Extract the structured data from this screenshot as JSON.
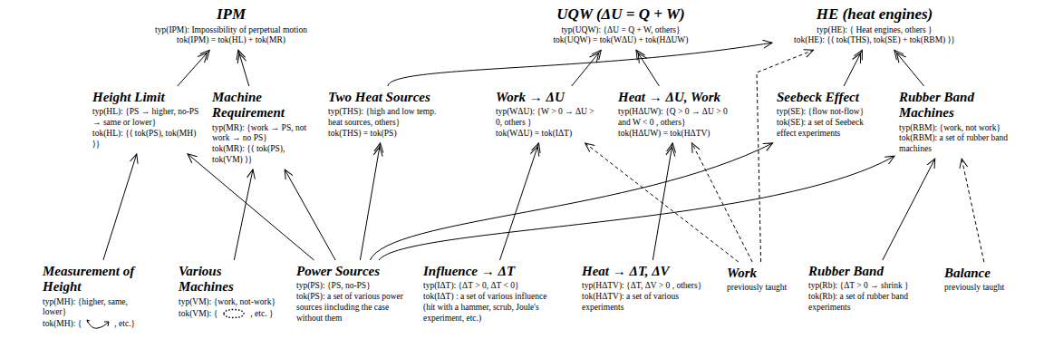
{
  "diagram": {
    "nodes": [
      {
        "text": [
          "IPM",
          "typ(IPM): Impossibility of perpetual motion",
          "tok(IPM) = tok(HL) + tok(MR)"
        ]
      },
      {
        "text": [
          "UQW (ΔU = Q + W)",
          "typ(UQW): {ΔU = Q + W, others}",
          "tok(UQW) = tok(WΔU) + tok(HΔUW)"
        ]
      },
      {
        "text": [
          "HE (heat engines)",
          "typ(HE): { Heat engines, others }",
          "tok(HE): {⟨ tok(THS), tok(SE) + tok(RBM) ⟩}"
        ]
      },
      {
        "text": [
          "Height Limit",
          "typ(HL): {PS → higher, no-PS → same or lower}",
          "tok(HL): {⟨ tok(PS), tok(MH) ⟩}"
        ]
      },
      {
        "text": [
          "Machine Requirement",
          "typ(MR): {work → PS, not work → no PS}",
          "tok(MR): {⟨ tok(PS), tok(VM) ⟩}"
        ]
      },
      {
        "text": [
          "Two Heat Sources",
          "typ(THS): {high and low temp. heat sources, others}",
          "tok(THS) = tok(PS)"
        ]
      },
      {
        "text": [
          "Work → ΔU",
          "typ(WΔU): {W > 0 → ΔU > 0, others }",
          "tok(WΔU) = tok(IΔT)"
        ]
      },
      {
        "text": [
          "Heat → ΔU, Work",
          "typ(HΔUW): {Q > 0 → ΔU > 0 and W < 0 , others}",
          "tok(HΔUW) = tok(HΔTV)"
        ]
      },
      {
        "text": [
          "Seebeck Effect",
          "typ(SE): {flow not-flow}",
          "tok(SE): a set of Seebeck effect experiments"
        ]
      },
      {
        "text": [
          "Rubber Band Machines",
          "typ(RBM): {work, not work}",
          "tok(RBM): a set of rubber band machines"
        ]
      },
      {
        "text": [
          "Measurement of Height",
          "typ(MH): {higher, same, lower}",
          "tok(MH): {",
          ", etc.}"
        ]
      },
      {
        "text": [
          "Various Machines",
          "typ(VM): {work, not-work}",
          "tok(VM): {",
          ", etc. }"
        ]
      },
      {
        "text": [
          "Power Sources",
          "typ(PS): {PS, no-PS}",
          "tok(PS): a set of various power sources iincluding the case without them"
        ]
      },
      {
        "text": [
          "Influence → ΔT",
          "typ(IΔT): {ΔT > 0, ΔT < 0}",
          "tok(IΔT) : a set of various influence (hit with a hammer, scrub, Joule's experiment, etc.)"
        ]
      },
      {
        "text": [
          "Heat → ΔT, ΔV",
          "typ(HΔTV): {ΔT, ΔV > 0 , others}",
          "tok(HΔTV): a set of various experiments"
        ]
      },
      {
        "text": [
          "Work",
          "previously taught"
        ]
      },
      {
        "text": [
          "Rubber Band",
          "typ(Rb): {ΔT > 0 → shrink }",
          "tok(Rb): a set of rubber band experiments"
        ]
      },
      {
        "text": [
          "Balance",
          "previously taught"
        ]
      }
    ],
    "edges": [
      {
        "from": 3,
        "to": 0,
        "arrow": "to"
      },
      {
        "from": 4,
        "to": 0,
        "arrow": "to"
      },
      {
        "from": 6,
        "to": 1,
        "arrow": "to"
      },
      {
        "from": 7,
        "to": 1,
        "arrow": "to"
      },
      {
        "from": 5,
        "to": 2,
        "arrow": "to"
      },
      {
        "from": 8,
        "to": 2,
        "arrow": "to"
      },
      {
        "from": 9,
        "to": 2,
        "arrow": "to"
      },
      {
        "from": 10,
        "to": 3,
        "arrow": "to"
      },
      {
        "from": 12,
        "to": 3,
        "arrow": "to"
      },
      {
        "from": 11,
        "to": 4,
        "arrow": "to"
      },
      {
        "from": 12,
        "to": 4,
        "arrow": "to"
      },
      {
        "from": 12,
        "to": 5,
        "arrow": "to"
      },
      {
        "from": 13,
        "to": 6,
        "arrow": "to"
      },
      {
        "from": 15,
        "to": 6,
        "arrow": "to"
      },
      {
        "from": 14,
        "to": 7,
        "arrow": "to"
      },
      {
        "from": 15,
        "to": 7,
        "arrow": "to"
      },
      {
        "from": 15,
        "to": 2,
        "arrow": "to"
      },
      {
        "from": 12,
        "to": 8,
        "arrow": "to"
      },
      {
        "from": 12,
        "to": 9,
        "arrow": "to"
      },
      {
        "from": 16,
        "to": 9,
        "arrow": "to"
      },
      {
        "from": 17,
        "to": 9,
        "arrow": "to"
      }
    ]
  }
}
